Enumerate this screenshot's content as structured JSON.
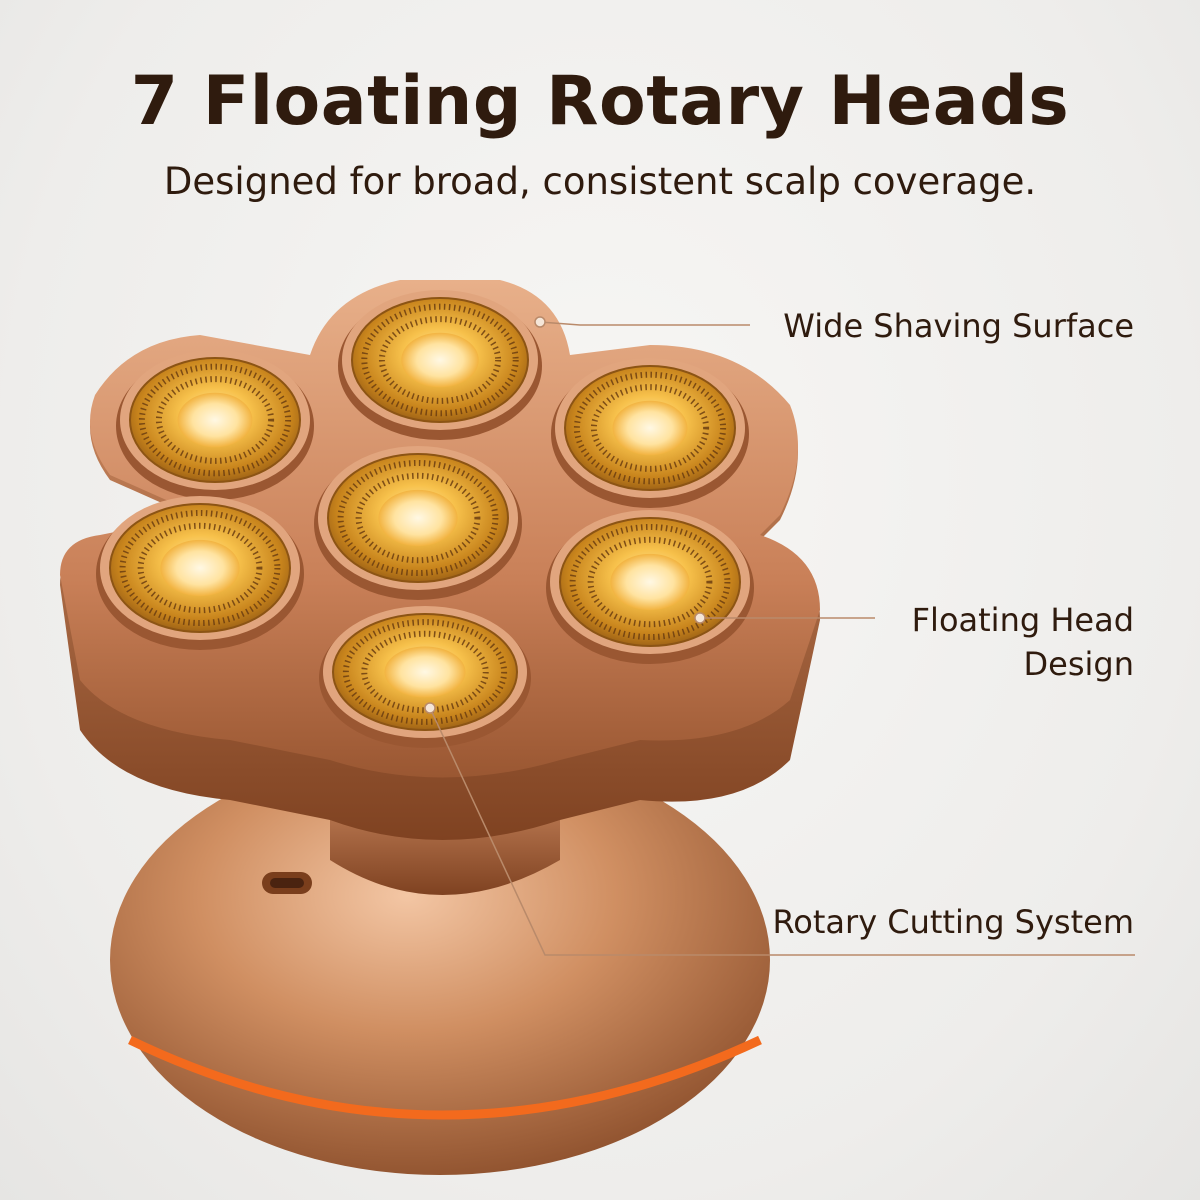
{
  "headline": "7 Floating Rotary Heads",
  "subline": "Designed for broad, consistent scalp coverage.",
  "callouts": {
    "wide_surface": "Wide Shaving Surface",
    "floating_line1": "Floating Head",
    "floating_line2": "Design",
    "rotary_system": "Rotary Cutting System"
  },
  "colors": {
    "text": "#2f1b0e",
    "copper": "#c98a5e",
    "gold": "#e3a32b",
    "accent_orange": "#f36a1d",
    "leader_line": "#b98a6a"
  },
  "head_count": 7
}
